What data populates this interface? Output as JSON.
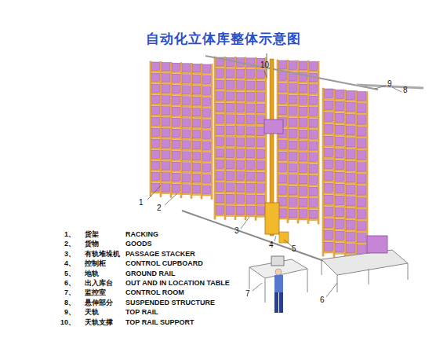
{
  "diagram": {
    "title": "自动化立体库整体示意图",
    "labels": [
      "10",
      "9",
      "8",
      "1",
      "2",
      "3",
      "4",
      "5",
      "7",
      "6",
      "1、",
      "货架",
      "RACKING",
      "2、",
      "货物",
      "GOODS",
      "3、",
      "有轨堆垛机",
      "PASSAGE STACKER",
      "4、",
      "控制柜",
      "CONTROL CUPBOARD",
      "5、",
      "地轨",
      "GROUND RAIL",
      "6、",
      "出入库台",
      "OUT AND IN LOCATION TABLE",
      "7、",
      "监控室",
      "CONTROL ROOM",
      "8、",
      "悬伸部分",
      "SUSPENDED STRUCTURE",
      "9、",
      "天轨",
      "TOP RAIL",
      "10、",
      "天轨支撑",
      "TOP RAIL SUPPORT"
    ]
  }
}
